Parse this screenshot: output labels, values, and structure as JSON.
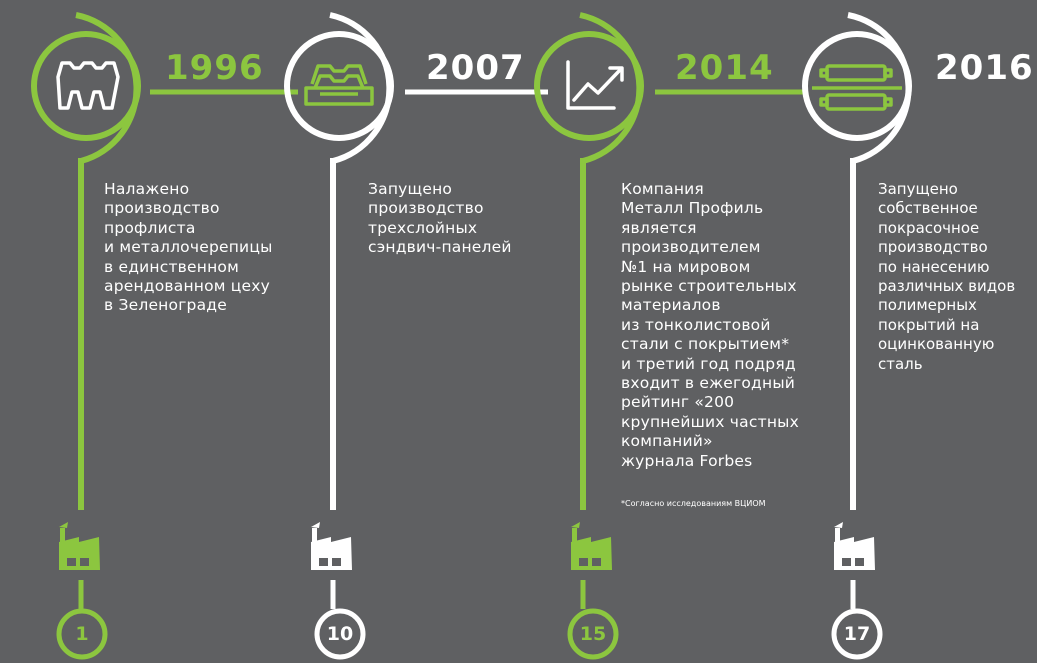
{
  "colors": {
    "green": "#8cc63f",
    "white": "#ffffff",
    "background": "#5f6062"
  },
  "milestones": [
    {
      "year": "1996",
      "color": "#8cc63f",
      "icon": "corrugated-sheet-outline-icon",
      "description": "Налажено\nпроизводство\nпрофлиста\nи металлочерепицы\nв единственном\nарендованном цеху\nв Зеленограде",
      "factory_icon": "factory-icon",
      "count": "1"
    },
    {
      "year": "2007",
      "color": "#ffffff",
      "icon": "sandwich-panel-icon",
      "description": "Запущено\nпроизводство\nтрехслойных\nсэндвич-панелей",
      "factory_icon": "factory-icon",
      "count": "10"
    },
    {
      "year": "2014",
      "color": "#8cc63f",
      "icon": "growth-chart-icon",
      "description": "Компания\nМеталл Профиль\nявляется\nпроизводителем\n№1 на мировом\nрынке строительных\nматериалов\nиз тонколистовой\nстали с покрытием*\nи третий год подряд\nвходит в ежегодный\nрейтинг «200\nкрупнейших частных\nкомпаний»\nжурнала Forbes",
      "footnote": "*Согласно исследованиям ВЦИОМ",
      "factory_icon": "factory-icon",
      "count": "15"
    },
    {
      "year": "2016",
      "color": "#ffffff",
      "icon": "coating-rollers-icon",
      "description": "Запущено\nсобственное\nпокрасочное\nпроизводство\nпо нанесению\nразличных видов\nполимерных\nпокрытий на\nоцинкованную\nсталь",
      "factory_icon": "factory-icon",
      "count": "17"
    }
  ]
}
